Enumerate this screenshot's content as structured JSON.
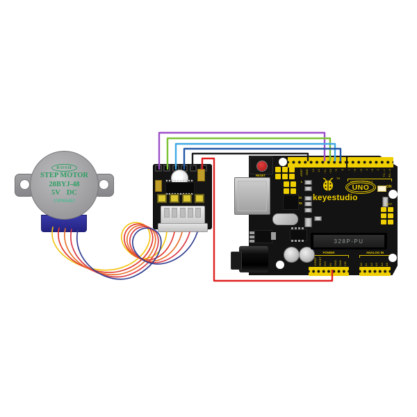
{
  "motor": {
    "badge": "ROSH",
    "name": "STEP MOTOR",
    "model": "28BYJ-48",
    "voltage": "5V",
    "current_type": "DC",
    "serial": "150966461"
  },
  "uno": {
    "brand": "keyestudio",
    "trademark": "TM",
    "model": "UNO",
    "mcu": "328P-PU",
    "reset_label": "RESET",
    "on_label": "ON",
    "icsp_label": "ICSP",
    "led_l": "L",
    "led_tx": "TX",
    "led_rx": "RX",
    "digital_section": "DIGITAL (PWM~)",
    "power_section": "POWER",
    "analog_section": "ANALOG IN",
    "digital_left_pins": [
      "",
      "",
      "AREF",
      "GND",
      "13",
      "12",
      "~11",
      "~10",
      "~9",
      "8"
    ],
    "digital_right_pins": [
      "7",
      "~6",
      "~5",
      "4",
      "~3",
      "2",
      "TX→1",
      "RX←0"
    ],
    "power_pins": [
      "",
      "IOREF",
      "RESET",
      "3V3",
      "5V",
      "GND",
      "GND",
      "VIN"
    ],
    "analog_pins": [
      "A0",
      "A1",
      "A2",
      "A3",
      "A4",
      "A5"
    ]
  },
  "colors": {
    "board_yellow": "#f0cf00",
    "pcb_black": "#131313",
    "motor_text_green": "#2f9e62",
    "motor_serial_green": "#55b893",
    "wire_purple": "#9c4fc9",
    "wire_green": "#7cc235",
    "wire_lightblue": "#3ea8e5",
    "wire_blue": "#2257a6",
    "wire_black": "#1c1c1c",
    "wire_red": "#e02020",
    "motor_wires": [
      "#f3c516",
      "#e23a2e",
      "#e8702c",
      "#d93a46",
      "#303d8f"
    ]
  }
}
